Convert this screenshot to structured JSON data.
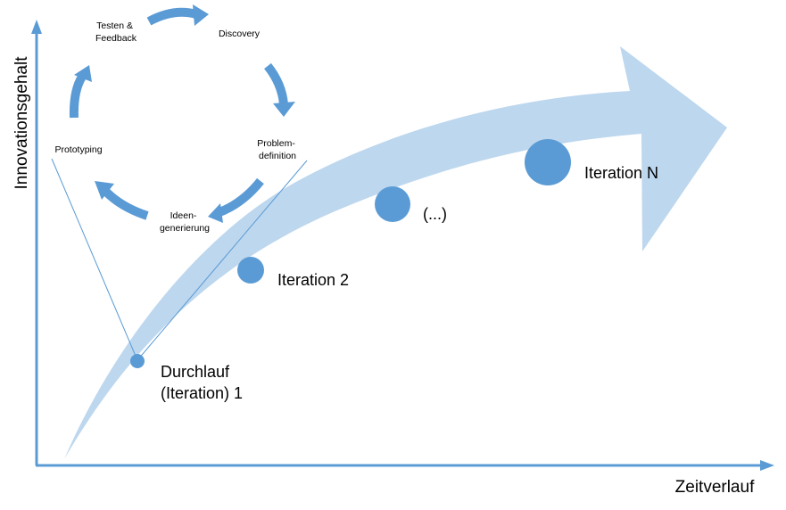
{
  "axes": {
    "y_label": "Innovationsgehalt",
    "x_label": "Zeitverlauf"
  },
  "cycle": {
    "steps": [
      {
        "line1": "Testen &",
        "line2": "Feedback"
      },
      {
        "line1": "Discovery",
        "line2": ""
      },
      {
        "line1": "Problem-",
        "line2": "definition"
      },
      {
        "line1": "Ideen-",
        "line2": "generierung"
      },
      {
        "line1": "Prototyping",
        "line2": ""
      }
    ]
  },
  "iterations": {
    "first_line1": "Durchlauf",
    "first_line2": "(Iteration) 1",
    "second": "Iteration 2",
    "middle": "(...)",
    "last": "Iteration N"
  },
  "colors": {
    "axis": "#5b9bd5",
    "big_arrow": "#bdd7ee",
    "dot": "#5b9bd5",
    "cycle_arrow": "#5b9bd5",
    "connector": "#5b9bd5"
  }
}
